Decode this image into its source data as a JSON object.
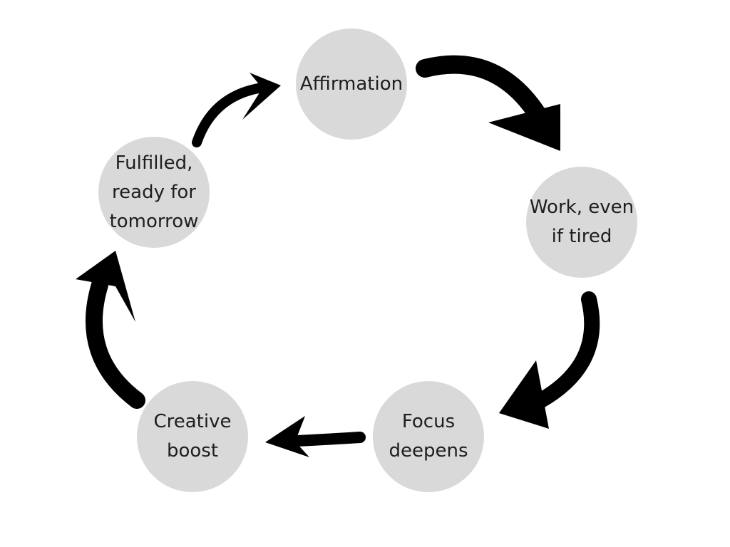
{
  "diagram": {
    "node_color": "#d9d9d9",
    "arrow_color": "#000000",
    "nodes": [
      {
        "label": "Affirmation"
      },
      {
        "label": "Work, even\nif tired"
      },
      {
        "label": "Focus\ndeepens"
      },
      {
        "label": "Creative\nboost"
      },
      {
        "label": "Fulfilled,\nready for\ntomorrow"
      }
    ],
    "edges": [
      {
        "from": "Affirmation",
        "to": "Work, even\nif tired",
        "icon": "curved-arrow-icon"
      },
      {
        "from": "Work, even\nif tired",
        "to": "Focus\ndeepens",
        "icon": "curved-arrow-icon"
      },
      {
        "from": "Focus\ndeepens",
        "to": "Creative\nboost",
        "icon": "straight-arrow-icon"
      },
      {
        "from": "Creative\nboost",
        "to": "Fulfilled,\nready for\ntomorrow",
        "icon": "curved-arrow-icon"
      },
      {
        "from": "Fulfilled,\nready for\ntomorrow",
        "to": "Affirmation",
        "icon": "curved-arrow-icon"
      }
    ]
  }
}
